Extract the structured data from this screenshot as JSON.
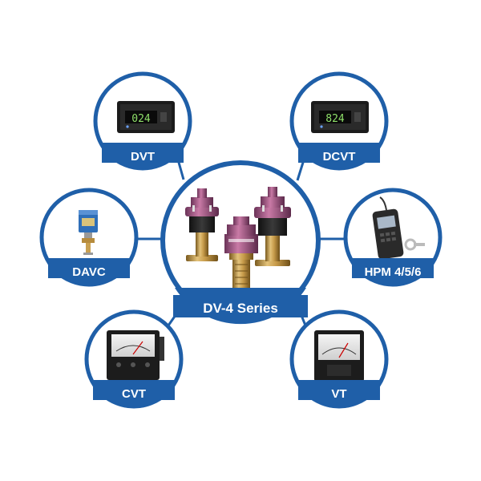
{
  "colors": {
    "ring_blue": "#1f5fa8",
    "connector_blue": "#1f5fa8",
    "label_text": "#ffffff",
    "background": "#ffffff"
  },
  "center": {
    "label": "DV-4 Series",
    "icon": "vacuum-gauge-tubes-icon"
  },
  "nodes": [
    {
      "id": "dvt",
      "label": "DVT",
      "icon": "digital-panel-meter-icon",
      "display": "024"
    },
    {
      "id": "dcvt",
      "label": "DCVT",
      "icon": "digital-panel-meter-icon",
      "display": "824"
    },
    {
      "id": "davc",
      "label": "DAVC",
      "icon": "vacuum-controller-valve-icon"
    },
    {
      "id": "hpm",
      "label": "HPM 4/5/6",
      "icon": "handheld-meter-icon"
    },
    {
      "id": "cvt",
      "label": "CVT",
      "icon": "analog-meter-with-knobs-icon"
    },
    {
      "id": "vt",
      "label": "VT",
      "icon": "analog-panel-meter-icon"
    }
  ]
}
